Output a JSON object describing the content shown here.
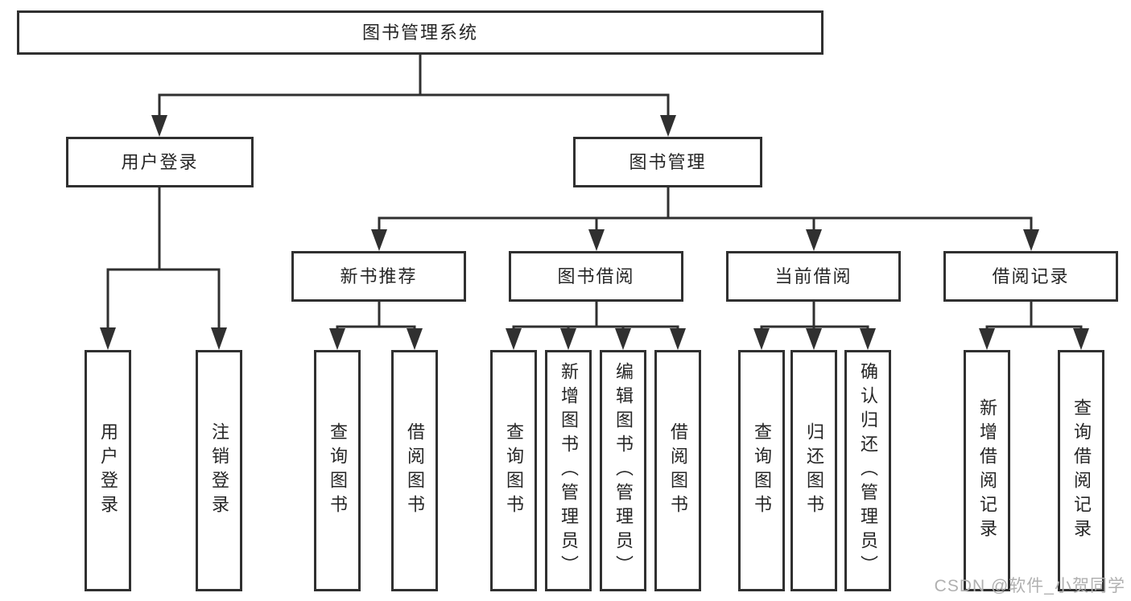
{
  "diagram": {
    "watermark": "CSDN @软件_小贺同学",
    "colors": {
      "line": "#303030",
      "text": "#262626",
      "watermark": "#b0b0b0",
      "background": "#ffffff"
    },
    "nodes": {
      "root": {
        "label": "图书管理系统"
      },
      "user_login": {
        "label": "用户登录"
      },
      "book_management": {
        "label": "图书管理"
      },
      "new_book_recommend": {
        "label": "新书推荐"
      },
      "book_borrow": {
        "label": "图书借阅"
      },
      "current_borrow": {
        "label": "当前借阅"
      },
      "borrow_record": {
        "label": "借阅记录"
      },
      "leaf_user_login": {
        "label": "用户登录"
      },
      "leaf_logout": {
        "label": "注销登录"
      },
      "leaf_query_book_1": {
        "label": "查询图书"
      },
      "leaf_borrow_book_1": {
        "label": "借阅图书"
      },
      "leaf_query_book_2": {
        "label": "查询图书"
      },
      "leaf_add_book": {
        "label": "新增图书（管理员）"
      },
      "leaf_edit_book": {
        "label": "编辑图书（管理员）"
      },
      "leaf_borrow_book_2": {
        "label": "借阅图书"
      },
      "leaf_query_book_3": {
        "label": "查询图书"
      },
      "leaf_return_book": {
        "label": "归还图书"
      },
      "leaf_confirm_return": {
        "label": "确认归还（管理员）"
      },
      "leaf_add_borrow_record": {
        "label": "新增借阅记录"
      },
      "leaf_query_borrow_record": {
        "label": "查询借阅记录"
      }
    }
  }
}
